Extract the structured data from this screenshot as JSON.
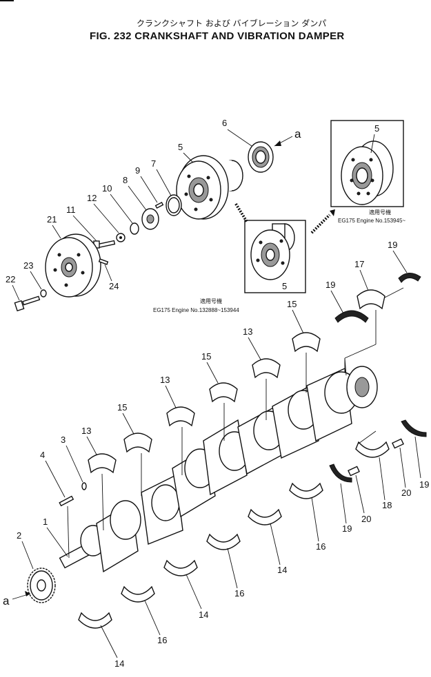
{
  "header": {
    "title_jp": "クランクシャフト および バイブレーション ダンパ",
    "title_en": "FIG. 232  CRANKSHAFT AND VIBRATION DAMPER"
  },
  "callouts": [
    "1",
    "2",
    "3",
    "4",
    "5",
    "6",
    "7",
    "8",
    "9",
    "10",
    "11",
    "12",
    "13",
    "14",
    "15",
    "16",
    "17",
    "18",
    "19",
    "20",
    "21",
    "22",
    "23",
    "24"
  ],
  "reference_arrow": "a",
  "variants": {
    "upper": {
      "jp_label": "適用号機",
      "engine_text": "EG175 Engine No.153945~"
    },
    "lower": {
      "jp_label": "適用号機",
      "engine_text": "EG175 Engine No.132888~153944"
    }
  }
}
